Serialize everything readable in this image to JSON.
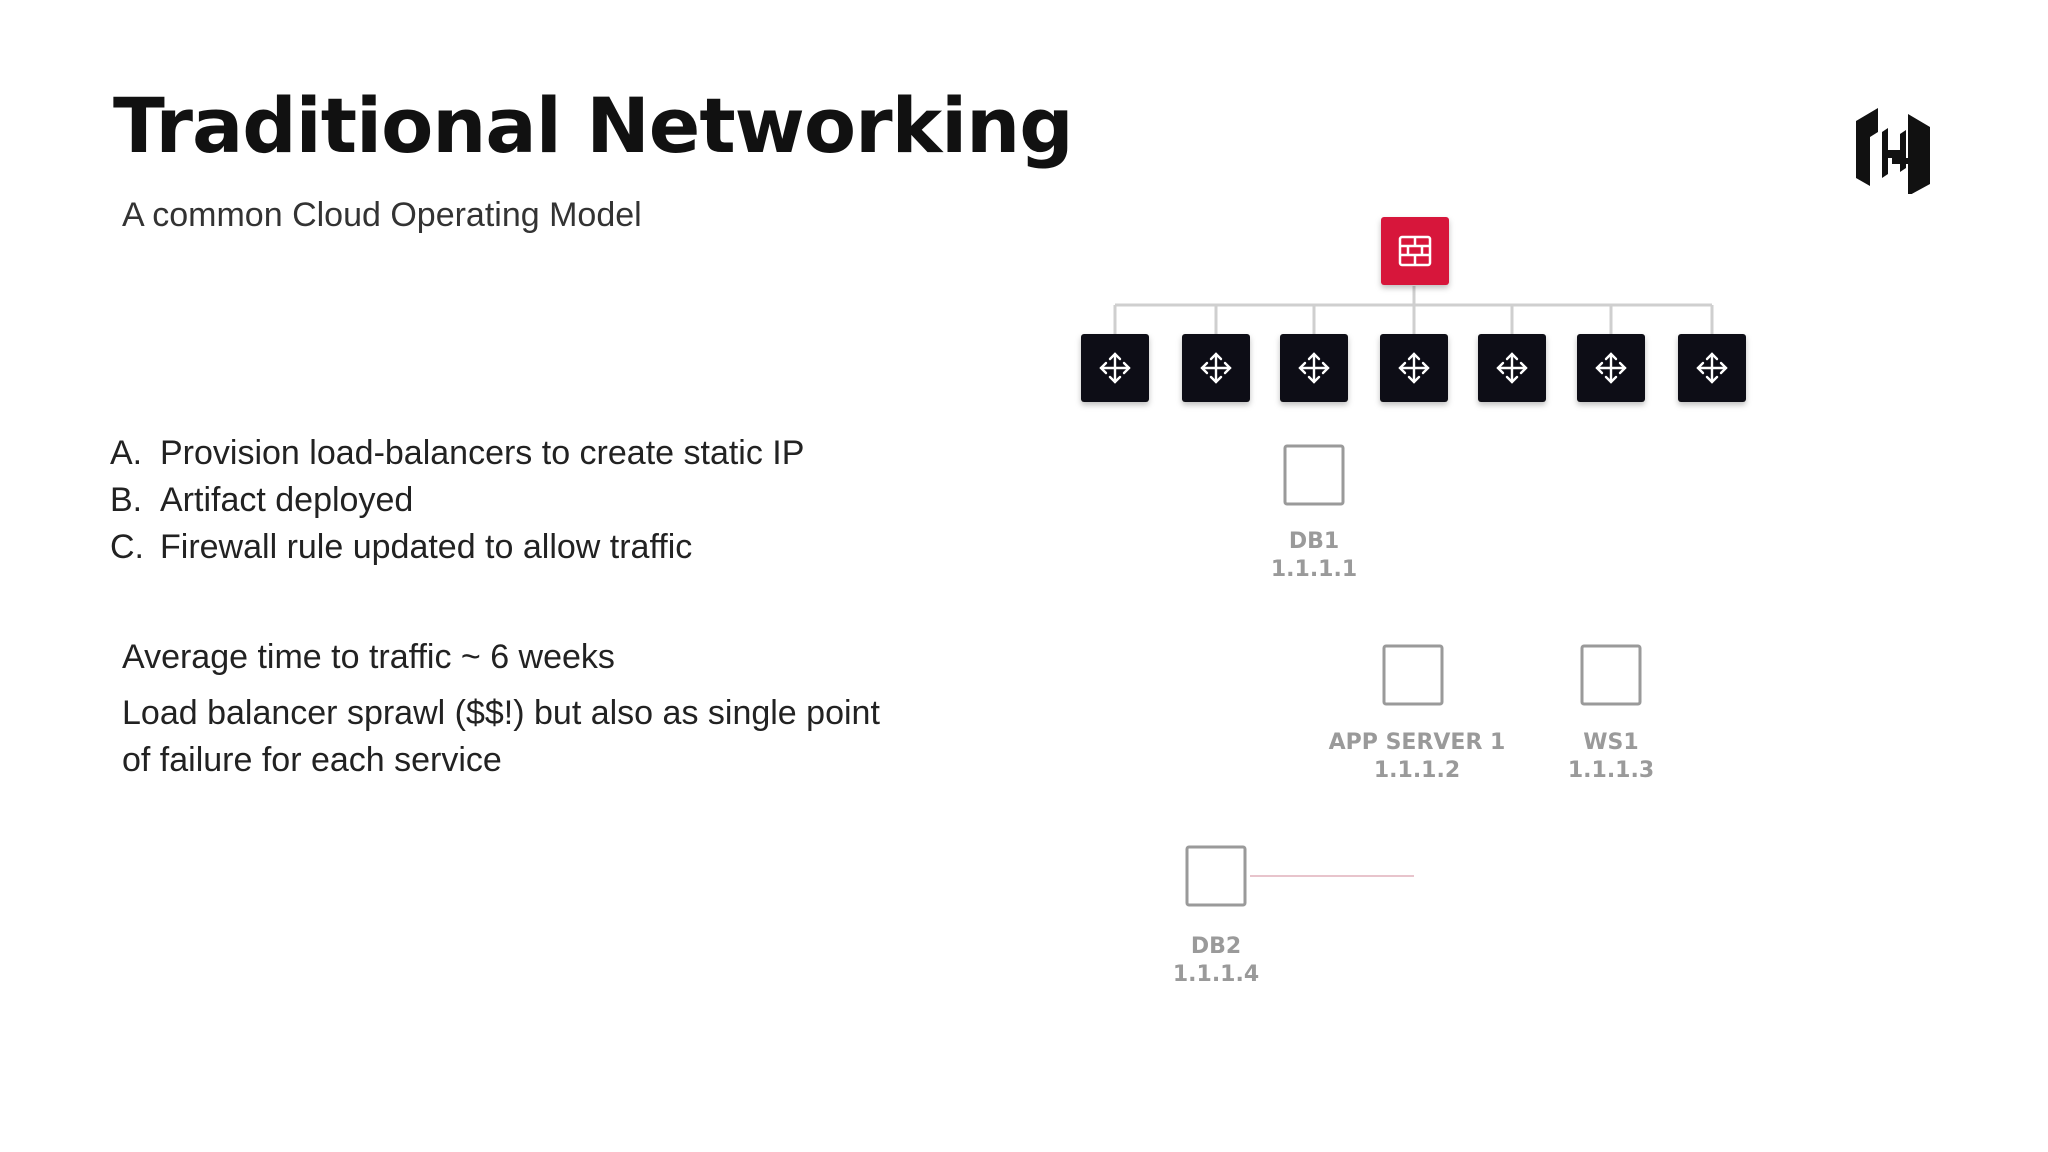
{
  "slide": {
    "title": "Traditional Networking",
    "subtitle": "A common Cloud Operating Model"
  },
  "steps": [
    {
      "letter": "A.",
      "text": "Provision load-balancers to create static IP"
    },
    {
      "letter": "B.",
      "text": "Artifact deployed"
    },
    {
      "letter": "C.",
      "text": "Firewall rule updated to allow traffic"
    }
  ],
  "notes": {
    "average_time": "Average time to traffic ~ 6 weeks",
    "sprawl": "Load balancer sprawl ($$!) but also as single point of failure for each service"
  },
  "diagram": {
    "firewall_icon": "firewall-icon",
    "load_balancer_icon": "load-balancer-arrows-icon",
    "load_balancer_count": 7,
    "nodes": [
      {
        "name": "DB1",
        "ip": "1.1.1.1"
      },
      {
        "name": "APP SERVER 1",
        "ip": "1.1.1.2"
      },
      {
        "name": "WS1",
        "ip": "1.1.1.3"
      },
      {
        "name": "DB2",
        "ip": "1.1.1.4"
      }
    ],
    "colors": {
      "firewall": "#d7133b",
      "load_balancer": "#0e0e12",
      "label": "#9a9a9a"
    }
  },
  "logo": {
    "icon": "hashicorp-logo-icon"
  }
}
